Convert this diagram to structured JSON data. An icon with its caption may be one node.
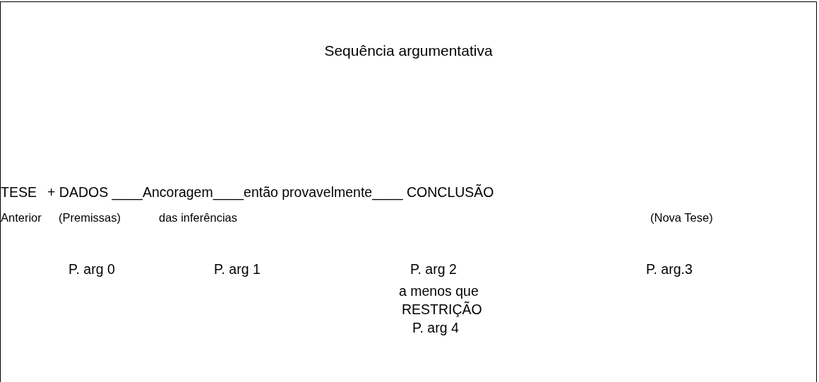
{
  "diagram": {
    "title": "Sequência argumentativa",
    "labels": [
      "TESE",
      "+ DADOS ____Ancoragem____então provavelmente____ CONCLUSÃO",
      "Anterior",
      "(Premissas)",
      "das inferências",
      "(Nova Tese)",
      "P. arg 0",
      "P. arg 1",
      "P. arg 2",
      "P. arg.3",
      "a menos que",
      "RESTRIÇÃO",
      "P. arg 4"
    ]
  }
}
